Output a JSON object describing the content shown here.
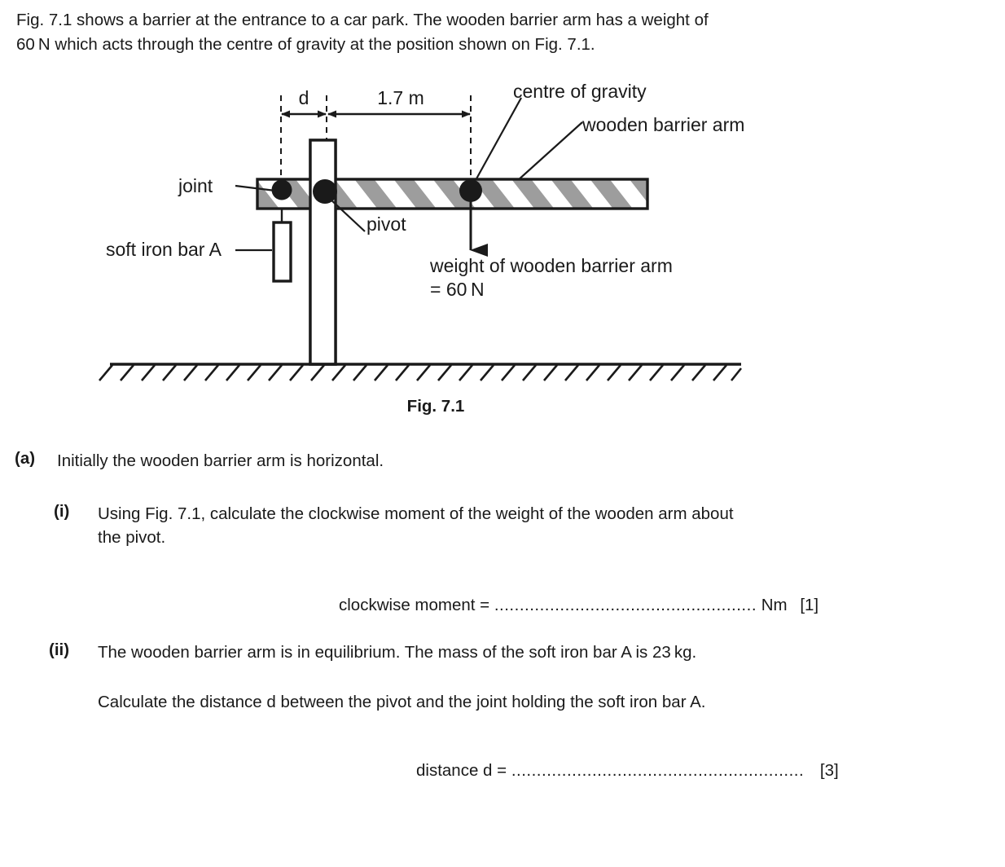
{
  "question": {
    "intro_line1": "Fig. 7.1 shows a barrier at the entrance to a car park. The wooden barrier arm has a weight of",
    "intro_line2": "60 N which acts through the centre of gravity at the position shown on Fig. 7.1.",
    "figure_caption": "Fig. 7.1",
    "part_a_label": "(a)",
    "part_a_text": "Initially the wooden barrier arm is horizontal.",
    "part_i_label": "(i)",
    "part_i_text_line1": "Using Fig. 7.1, calculate the clockwise moment of the weight of the wooden arm about",
    "part_i_text_line2": "the pivot.",
    "answer_i_prompt": "clockwise moment =",
    "answer_i_dots": "....................................................",
    "answer_i_unit": "Nm",
    "answer_i_marks": "[1]",
    "part_ii_label": "(ii)",
    "part_ii_text_line1": "The wooden barrier arm is in equilibrium. The mass of the soft iron bar A is 23 kg.",
    "part_ii_text_line2": "Calculate the distance d between the pivot and the joint holding the soft iron bar A.",
    "answer_ii_prompt": "distance d =",
    "answer_ii_dots": "..........................................................",
    "answer_ii_marks": "[3]"
  },
  "figure": {
    "dimension_d": "d",
    "dimension_length": "1.7 m",
    "label_centre_of_gravity": "centre of gravity",
    "label_wooden_barrier_arm": "wooden barrier arm",
    "label_joint": "joint",
    "label_pivot": "pivot",
    "label_soft_iron_bar": "soft iron bar A",
    "label_weight_line1": "weight of wooden barrier arm",
    "label_weight_line2": "= 60 N",
    "colors": {
      "stroke": "#1a1a1a",
      "stripe_gray": "#9d9d9d",
      "stripe_white": "#ffffff",
      "background": "#ffffff"
    }
  }
}
